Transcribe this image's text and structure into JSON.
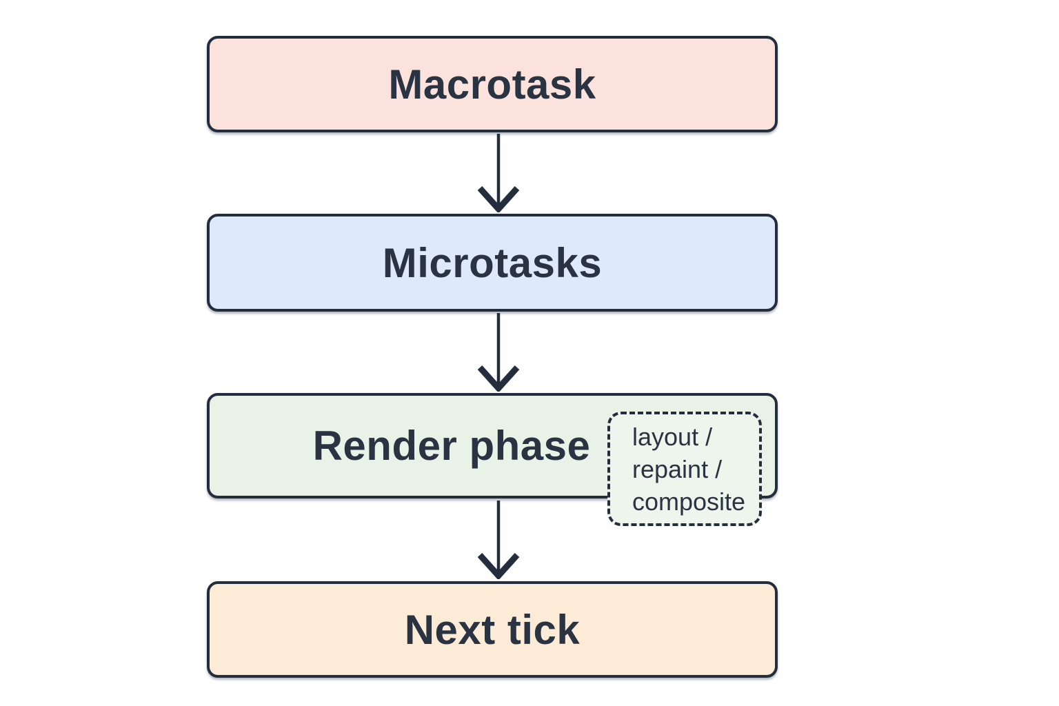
{
  "diagram": {
    "type": "flowchart",
    "description": "Browser event loop phases, top to bottom",
    "nodes": [
      {
        "id": "macrotask",
        "label": "Macrotask"
      },
      {
        "id": "microtasks",
        "label": "Microtasks"
      },
      {
        "id": "render-phase",
        "label": "Render phase"
      },
      {
        "id": "next-tick",
        "label": "Next tick"
      }
    ],
    "edges": [
      {
        "from": "macrotask",
        "to": "microtasks"
      },
      {
        "from": "microtasks",
        "to": "render-phase"
      },
      {
        "from": "render-phase",
        "to": "next-tick"
      }
    ],
    "annotation": {
      "attached_to": "render-phase",
      "text": "layout /\nrepaint /\ncomposite"
    }
  },
  "colors": {
    "macrotask-bg": "#FCE2DC",
    "microtasks-bg": "#DEEAFB",
    "render-bg": "#E8F2E6",
    "annotation-bg": "#EDF5EC",
    "nexttick-bg": "#FCEBD6",
    "ink": "#232D3B",
    "text": "#2A3341"
  }
}
